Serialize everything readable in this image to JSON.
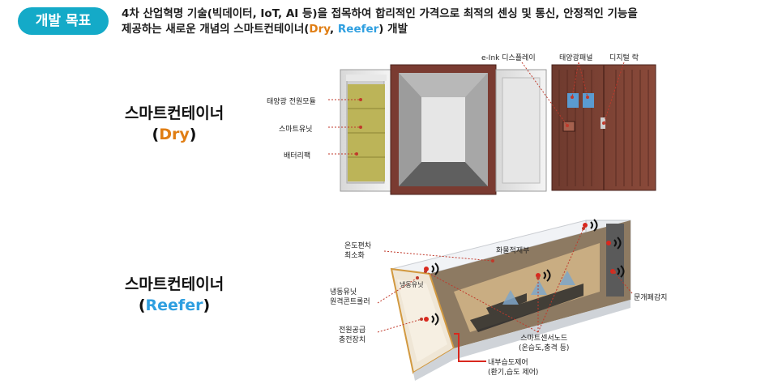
{
  "badge": {
    "label": "개발 목표"
  },
  "goal": {
    "line1": "4차 산업혁명 기술(빅데이터, IoT, AI 등)을 접목하여 합리적인 가격으로 최적의 센싱 및 통신, 안정적인 기능을",
    "line2_prefix": "제공하는 새로운 개념의 스마트컨테이너(",
    "dry": "Dry",
    "sep": ", ",
    "reefer": "Reefer",
    "line2_suffix": ") 개발"
  },
  "dry_section": {
    "title": "스마트컨테이너",
    "type_open": "(",
    "type": "Dry",
    "type_close": ")",
    "labels": {
      "solar_module": "태양광 전원모듈",
      "smart_unit": "스마트유닛",
      "battery": "배터리팩",
      "eink": "e-Ink 디스플레이",
      "solar_panel": "태양광패널",
      "digital_lock": "디지털 락"
    }
  },
  "reefer_section": {
    "title": "스마트컨테이너",
    "type_open": "(",
    "type": "Reefer",
    "type_close": ")",
    "labels": {
      "temp_dev_1": "온도편차",
      "temp_dev_2": "최소화",
      "cargo": "화물적재부",
      "reefer_unit_1": "냉동유닛",
      "reefer_unit_2": "원격콘트롤러",
      "reefer_unit_inner": "냉동유닛",
      "power_1": "전원공급",
      "power_2": "충전장치",
      "door": "문개폐감지",
      "sensor_1": "스마트센서노드",
      "sensor_2": "(온습도,충격 등)",
      "inner_ctrl_1": "내부습도제어",
      "inner_ctrl_2": "(환기,습도 제어)"
    }
  },
  "colors": {
    "accent": "#14aac8",
    "dry": "#e07e14",
    "reefer": "#2f9fe0",
    "leader": "#c0392b"
  },
  "icons": [
    "wireless-signal-icon",
    "sensor-dot-icon"
  ]
}
